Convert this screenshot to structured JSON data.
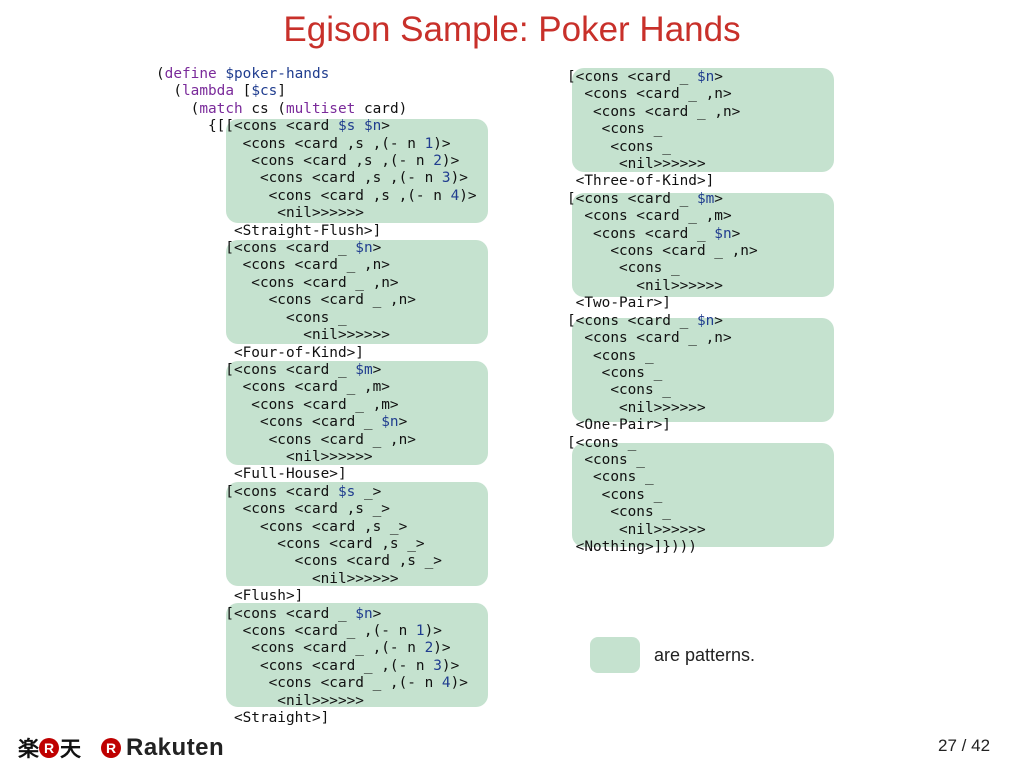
{
  "slide": {
    "title": "Egison Sample: Poker Hands",
    "legend_text": "are patterns.",
    "page_current": "27",
    "page_separator": "/",
    "page_total": "42"
  },
  "code": {
    "left": [
      "(define $poker-hands",
      "  (lambda [$cs]",
      "    (match cs (multiset card)",
      "      {[[<cons <card $s $n>",
      "          <cons <card ,s ,(- n 1)>",
      "           <cons <card ,s ,(- n 2)>",
      "            <cons <card ,s ,(- n 3)>",
      "             <cons <card ,s ,(- n 4)>",
      "              <nil>>>>>>",
      "         <Straight-Flush>]",
      "        [<cons <card _ $n>",
      "          <cons <card _ ,n>",
      "           <cons <card _ ,n>",
      "             <cons <card _ ,n>",
      "               <cons _",
      "                 <nil>>>>>>",
      "         <Four-of-Kind>]",
      "        [<cons <card _ $m>",
      "          <cons <card _ ,m>",
      "           <cons <card _ ,m>",
      "            <cons <card _ $n>",
      "             <cons <card _ ,n>",
      "               <nil>>>>>>",
      "         <Full-House>]",
      "        [<cons <card $s _>",
      "          <cons <card ,s _>",
      "            <cons <card ,s _>",
      "              <cons <card ,s _>",
      "                <cons <card ,s _>",
      "                  <nil>>>>>>",
      "         <Flush>]",
      "        [<cons <card _ $n>",
      "          <cons <card _ ,(- n 1)>",
      "           <cons <card _ ,(- n 2)>",
      "            <cons <card _ ,(- n 3)>",
      "             <cons <card _ ,(- n 4)>",
      "              <nil>>>>>>",
      "         <Straight>]"
    ],
    "right": [
      "[<cons <card _ $n>",
      "  <cons <card _ ,n>",
      "   <cons <card _ ,n>",
      "    <cons _",
      "     <cons _",
      "      <nil>>>>>>",
      " <Three-of-Kind>]",
      "[<cons <card _ $m>",
      "  <cons <card _ ,m>",
      "   <cons <card _ $n>",
      "     <cons <card _ ,n>",
      "      <cons _",
      "        <nil>>>>>>",
      " <Two-Pair>]",
      "[<cons <card _ $n>",
      "  <cons <card _ ,n>",
      "   <cons _",
      "    <cons _",
      "     <cons _",
      "      <nil>>>>>>",
      " <One-Pair>]",
      "[<cons _",
      "  <cons _",
      "   <cons _",
      "    <cons _",
      "     <cons _",
      "      <nil>>>>>>",
      " <Nothing>]})))"
    ]
  },
  "footer": {
    "logo_kanji_left": "楽",
    "logo_r": "R",
    "logo_kanji_right": "天",
    "logo_word": "Rakuten"
  }
}
